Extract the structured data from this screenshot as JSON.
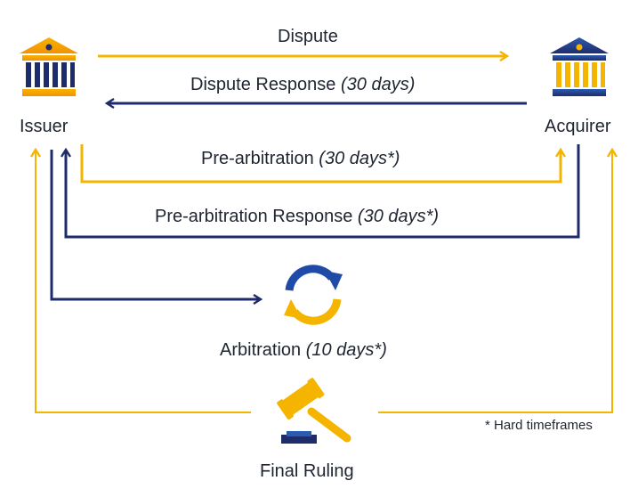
{
  "colors": {
    "gold": "#f5b400",
    "navy": "#1f2c6b",
    "text": "#1f2530"
  },
  "parties": {
    "issuer": "Issuer",
    "acquirer": "Acquirer"
  },
  "flows": {
    "dispute": {
      "label": "Dispute",
      "note": ""
    },
    "dispute_response": {
      "label": "Dispute Response",
      "note": "(30 days)"
    },
    "pre_arbitration": {
      "label": "Pre-arbitration",
      "note": "(30 days*)"
    },
    "pre_arbitration_response": {
      "label": "Pre-arbitration Response",
      "note": "(30 days*)"
    },
    "arbitration": {
      "label": "Arbitration",
      "note": "(10 days*)"
    },
    "final_ruling": {
      "label": "Final Ruling"
    }
  },
  "footnote": "* Hard timeframes",
  "icons": {
    "issuer": "bank-building-icon",
    "acquirer": "bank-building-icon",
    "arbitration": "refresh-cycle-icon",
    "final_ruling": "gavel-icon"
  }
}
